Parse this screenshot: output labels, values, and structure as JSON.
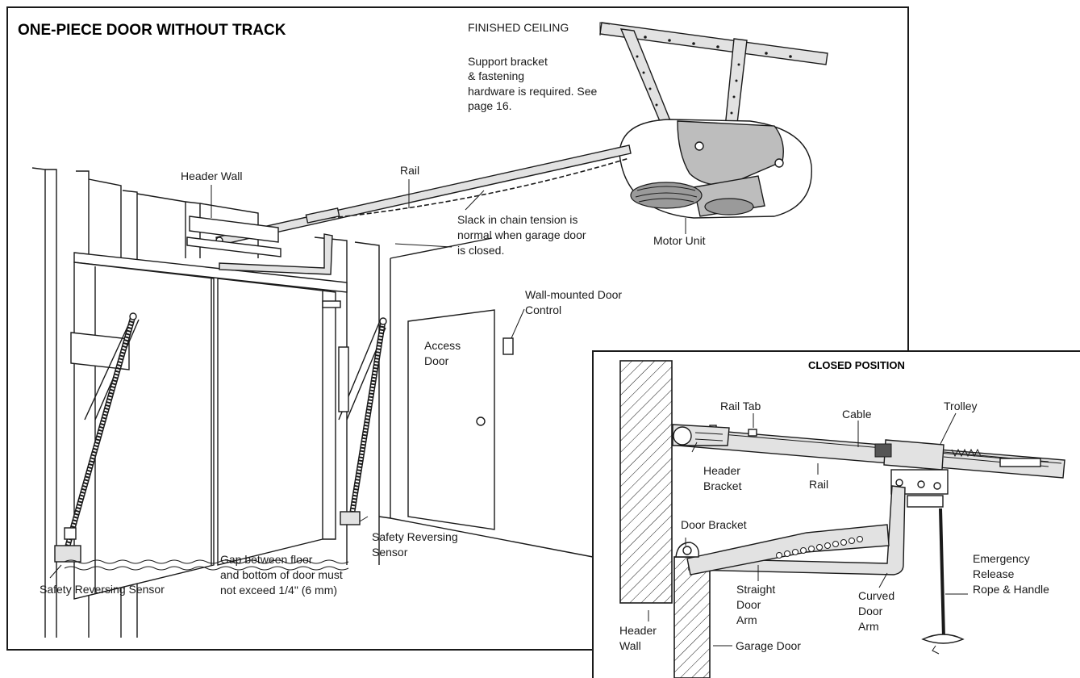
{
  "main": {
    "title": "ONE-PIECE DOOR WITHOUT TRACK",
    "labels": {
      "finished_ceiling": "FINISHED CEILING",
      "support_bracket_1": "Support bracket",
      "support_bracket_2": "& fastening",
      "support_bracket_3": "hardware is required. See",
      "support_bracket_4": "page 16.",
      "header_wall": "Header  Wall",
      "rail": "Rail",
      "slack_1": "Slack in chain tension is",
      "slack_2": "normal when garage door",
      "slack_3": "is closed.",
      "motor_unit": "Motor  Unit",
      "wall_control_1": "Wall-mounted Door",
      "wall_control_2": "Control",
      "access_door_1": "Access",
      "access_door_2": "Door",
      "sensor_right_1": "Safety  Reversing",
      "sensor_right_2": "Sensor",
      "sensor_left": "Safety  Reversing Sensor",
      "gap_1": "Gap between floor",
      "gap_2": "and bottom of door must",
      "gap_3": "not exceed 1/4\" (6 mm)"
    }
  },
  "inset": {
    "title": "CLOSED POSITION",
    "labels": {
      "rail_tab": "Rail Tab",
      "cable": "Cable",
      "trolley": "Trolley",
      "header_bracket_1": "Header",
      "header_bracket_2": "Bracket",
      "rail": "Rail",
      "door_bracket": "Door Bracket",
      "straight_arm_1": "Straight",
      "straight_arm_2": "Door",
      "straight_arm_3": "Arm",
      "curved_arm_1": "Curved",
      "curved_arm_2": "Door",
      "curved_arm_3": "Arm",
      "emergency_1": "Emergency",
      "emergency_2": "Release",
      "emergency_3": "Rope & Handle",
      "header_wall_1": "Header",
      "header_wall_2": "Wall",
      "garage_door": "Garage Door"
    }
  }
}
